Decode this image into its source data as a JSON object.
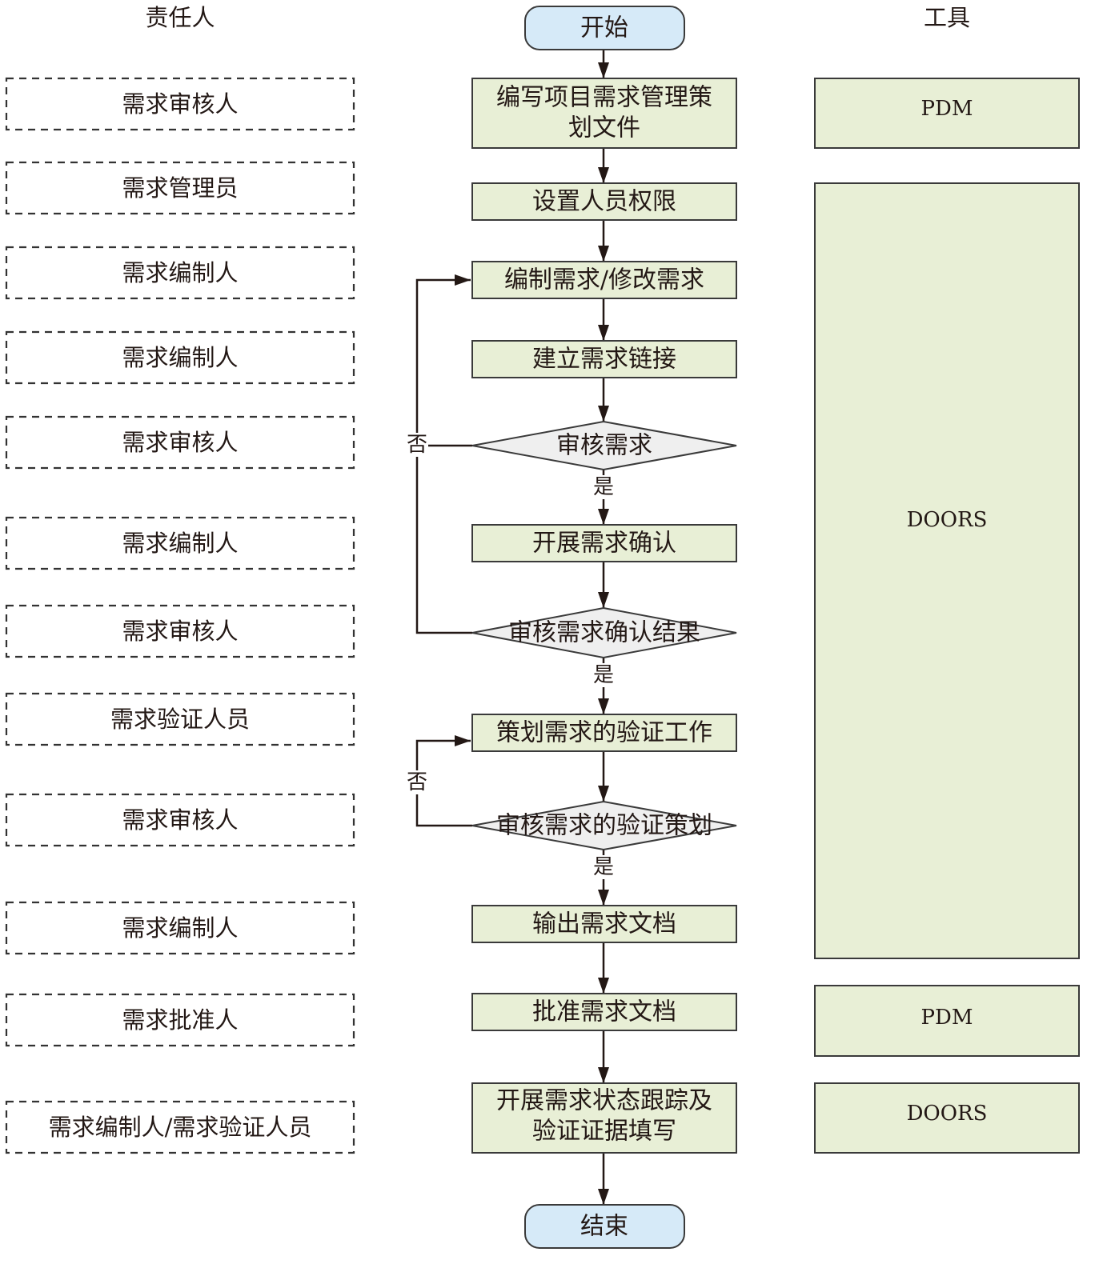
{
  "headers": {
    "roles": "责任人",
    "tools": "工具"
  },
  "nodes": {
    "start": "开始",
    "step1": [
      "编写项目需求管理策",
      "划文件"
    ],
    "step2": "设置人员权限",
    "step3": "编制需求/修改需求",
    "step4": "建立需求链接",
    "decision1": "审核需求",
    "step5": "开展需求确认",
    "decision2": "审核需求确认结果",
    "step6": "策划需求的验证工作",
    "decision3": "审核需求的验证策划",
    "step7": "输出需求文档",
    "step8": "批准需求文档",
    "step9": [
      "开展需求状态跟踪及",
      "验证证据填写"
    ],
    "end": "结束"
  },
  "branch_labels": {
    "yes": "是",
    "no": "否"
  },
  "roles": [
    "需求审核人",
    "需求管理员",
    "需求编制人",
    "需求编制人",
    "需求审核人",
    "需求编制人",
    "需求审核人",
    "需求验证人员",
    "需求审核人",
    "需求编制人",
    "需求批准人",
    "需求编制人/需求验证人员"
  ],
  "tools": [
    "PDM",
    "DOORS",
    "PDM",
    "DOORS"
  ],
  "colors": {
    "process_fill": "#e8efd6",
    "tool_fill": "#e8efd6",
    "decision_fill": "#efefef",
    "terminal_fill": "#d6eaf8",
    "line": "#231815"
  }
}
